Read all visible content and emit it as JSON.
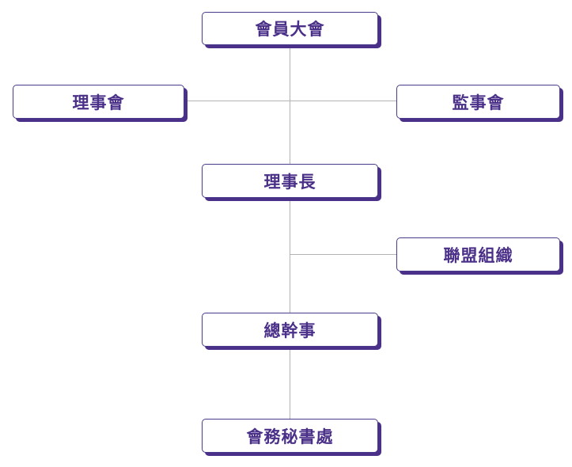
{
  "org_chart": {
    "nodes": {
      "general_assembly": "會員大會",
      "board_of_directors": "理事會",
      "board_of_supervisors": "監事會",
      "chairman": "理事長",
      "alliance_organization": "聯盟組織",
      "secretary_general": "總幹事",
      "secretariat": "會務秘書處"
    },
    "colors": {
      "text": "#4a3088",
      "shadow": "#4a3088",
      "border": "#4a3a8c",
      "connector": "#b3b3b3"
    }
  }
}
